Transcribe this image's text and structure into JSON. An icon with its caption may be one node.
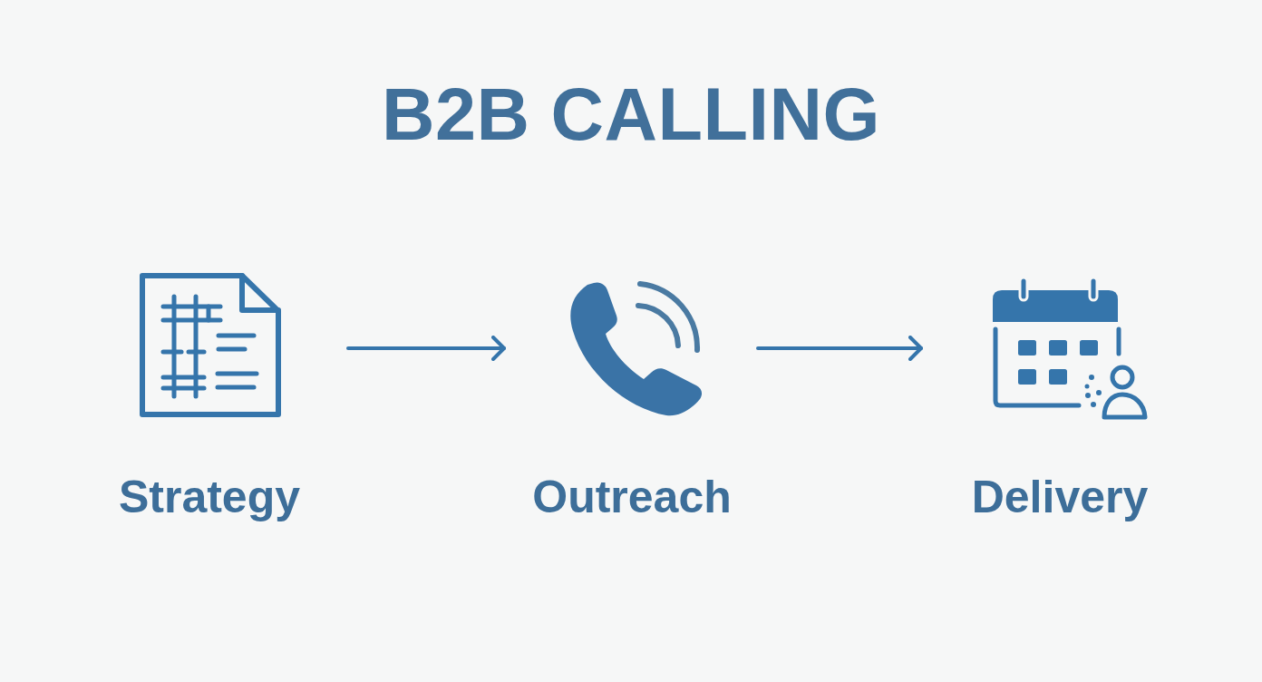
{
  "diagram": {
    "title": "B2B CALLING",
    "nodes": [
      {
        "text": [
          "Strategy"
        ]
      },
      {
        "text": [
          "Outreach"
        ]
      },
      {
        "text": [
          "Delivery"
        ]
      }
    ],
    "edges": [
      {
        "from": 0,
        "to": 1,
        "arrow": "to"
      },
      {
        "from": 1,
        "to": 2,
        "arrow": "to"
      }
    ]
  }
}
